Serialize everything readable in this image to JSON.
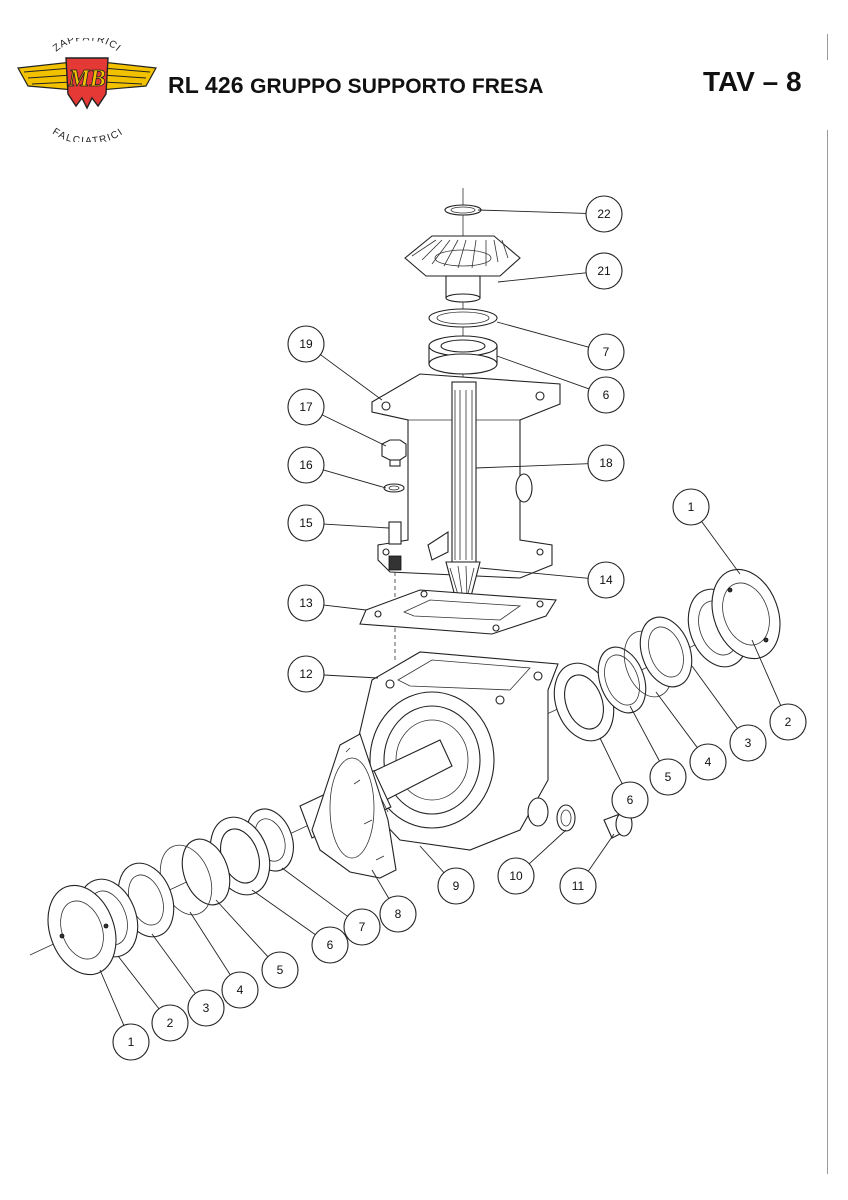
{
  "header": {
    "logo": {
      "top_text": "ZAPPATRICI",
      "center_text": "MB",
      "bottom_text": "FALCIATRICI",
      "colors": {
        "wing": "#f2c200",
        "center": "#e53935",
        "outline": "#222222"
      }
    },
    "title_model": "RL 426",
    "title_text": "GRUPPO SUPPORTO FRESA",
    "plate": "TAV – 8"
  },
  "callouts": [
    {
      "label": "22"
    },
    {
      "label": "21"
    },
    {
      "label": "7"
    },
    {
      "label": "6"
    },
    {
      "label": "19"
    },
    {
      "label": "17"
    },
    {
      "label": "18"
    },
    {
      "label": "16"
    },
    {
      "label": "15"
    },
    {
      "label": "14"
    },
    {
      "label": "13"
    },
    {
      "label": "12"
    },
    {
      "label": "1"
    },
    {
      "label": "2"
    },
    {
      "label": "3"
    },
    {
      "label": "4"
    },
    {
      "label": "5"
    },
    {
      "label": "6"
    },
    {
      "label": "9"
    },
    {
      "label": "10"
    },
    {
      "label": "11"
    },
    {
      "label": "8"
    },
    {
      "label": "7"
    },
    {
      "label": "6"
    },
    {
      "label": "5"
    },
    {
      "label": "4"
    },
    {
      "label": "3"
    },
    {
      "label": "2"
    },
    {
      "label": "1"
    }
  ]
}
